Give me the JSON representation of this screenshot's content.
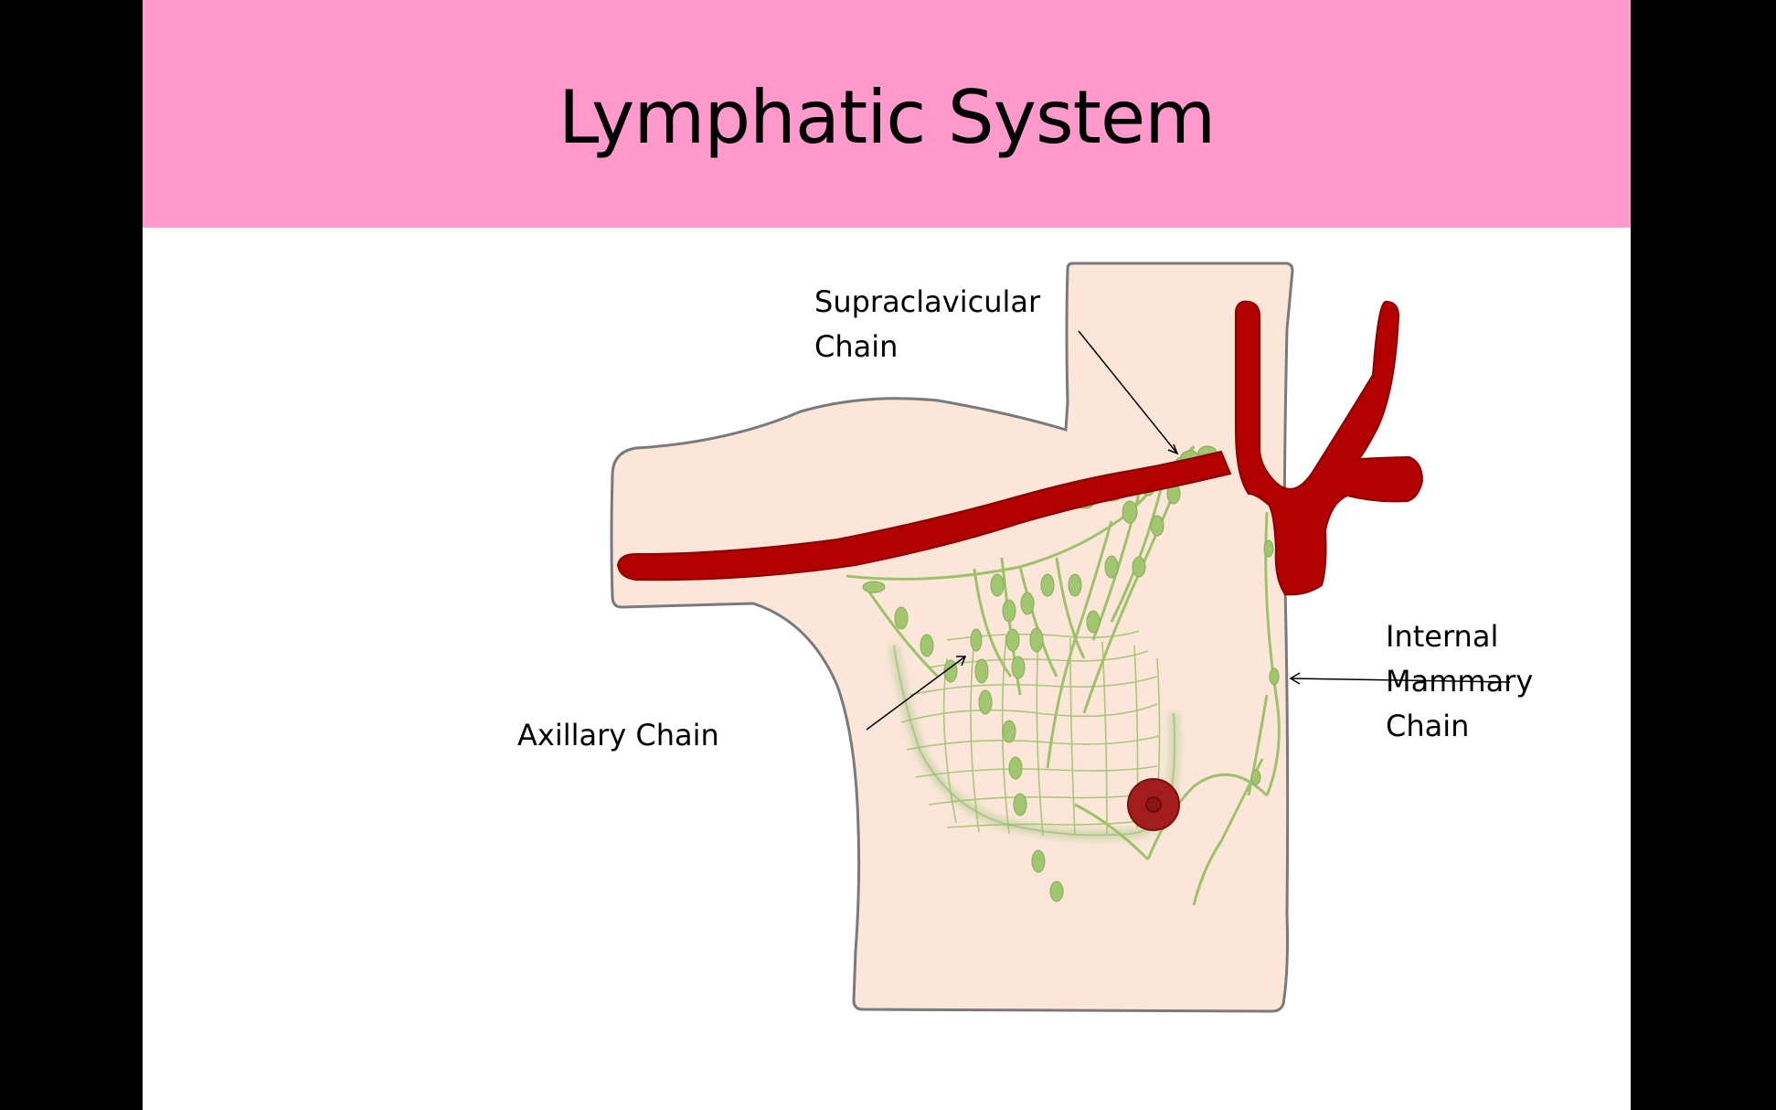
{
  "slide": {
    "title": "Lymphatic System",
    "background_color": "#ffffff",
    "title_bar_color": "#ff99cc"
  },
  "diagram": {
    "labels": {
      "supraclavicular": {
        "line1": "Supraclavicular",
        "line2": "Chain"
      },
      "axillary": {
        "line1": "Axillary Chain"
      },
      "internal_mammary": {
        "line1": "Internal",
        "line2": "Mammary",
        "line3": "Chain"
      }
    },
    "colors": {
      "skin": "#fbe6d9",
      "outline": "#7a7a7a",
      "vessel": "#b30000",
      "lymph": "#9cc26a",
      "nipple": "#a31d1d"
    }
  }
}
